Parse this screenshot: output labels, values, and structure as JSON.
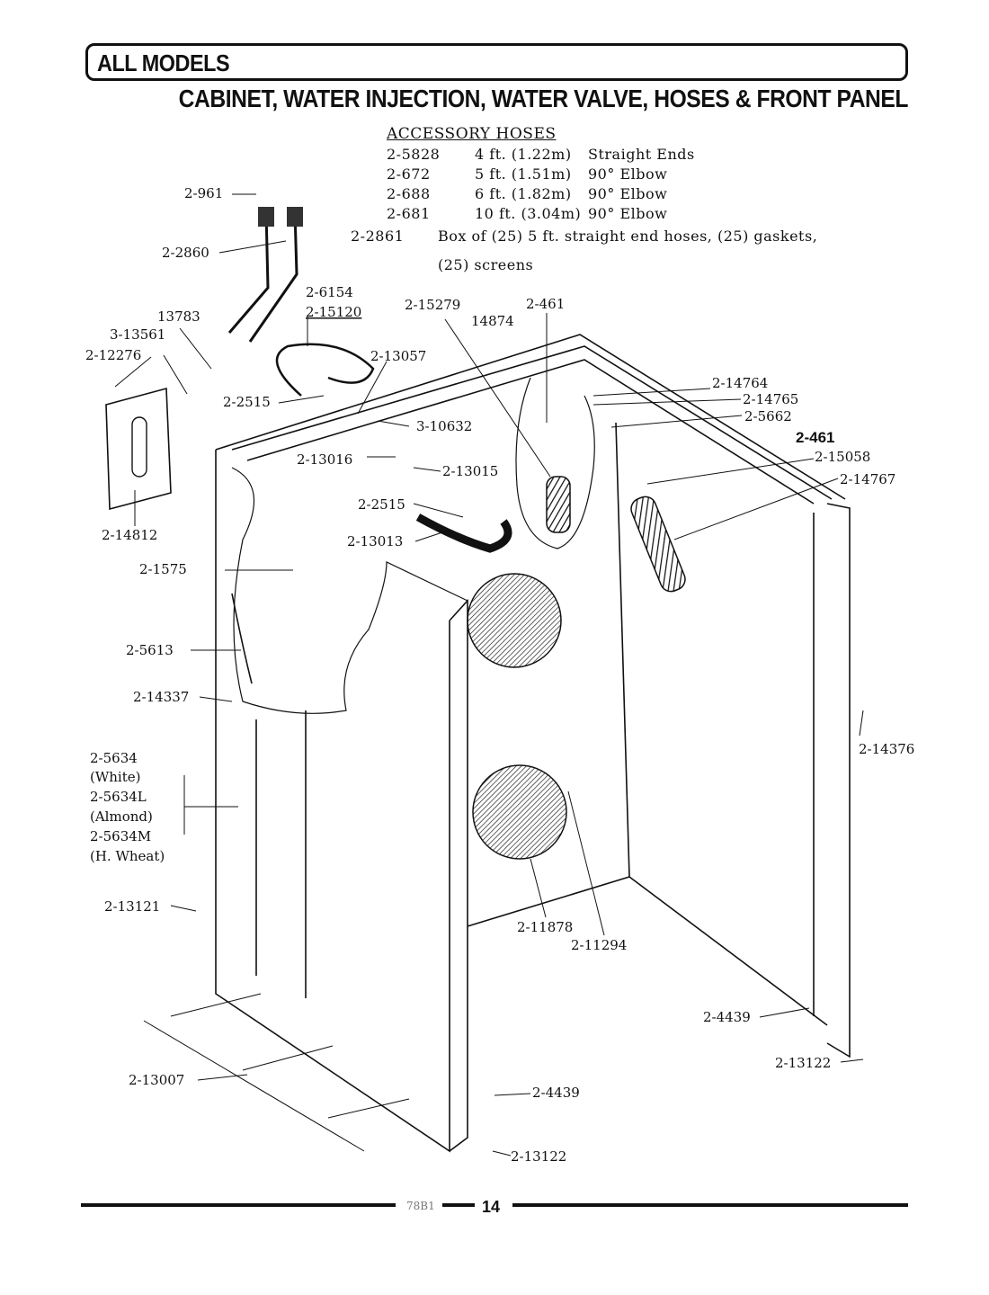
{
  "header": {
    "title": "ALL MODELS",
    "subtitle": "CABINET, WATER INJECTION, WATER VALVE, HOSES & FRONT PANEL"
  },
  "accessory_hoses": {
    "heading": "ACCESSORY HOSES",
    "rows": [
      {
        "part": "2-5828",
        "length": "4 ft. (1.22m)",
        "ends": "Straight Ends"
      },
      {
        "part": "2-672",
        "length": "5 ft. (1.51m)",
        "ends": "90° Elbow"
      },
      {
        "part": "2-688",
        "length": "6 ft. (1.82m)",
        "ends": "90° Elbow"
      },
      {
        "part": "2-681",
        "length": "10 ft. (3.04m)",
        "ends": "90° Elbow"
      }
    ],
    "note_part": "2-2861",
    "note_text": "Box of (25) 5 ft. straight end hoses, (25) gaskets,",
    "note_text2": "(25) screens"
  },
  "callouts": [
    "2-961",
    "2-2860",
    "13783",
    "3-13561",
    "2-12276",
    "2-6154",
    "2-15120",
    "2-15279",
    "2-461",
    "14874",
    "2-13057",
    "2-2515",
    "3-10632",
    "2-13016",
    "2-13015",
    "2-2515",
    "2-13013",
    "2-14812",
    "2-1575",
    "2-5613",
    "2-14337",
    "2-14764",
    "2-14765",
    "2-5662",
    "2-461",
    "2-15058",
    "2-14767",
    "2-14376",
    "2-13121",
    "2-11878",
    "2-11294",
    "2-4439",
    "2-13122",
    "2-13007",
    "2-4439",
    "2-13122"
  ],
  "cabinet_colors": [
    "2-5634",
    "(White)",
    "2-5634L",
    "(Almond)",
    "2-5634M",
    "(H. Wheat)"
  ],
  "footer": {
    "code": "78B1",
    "page": "14"
  }
}
